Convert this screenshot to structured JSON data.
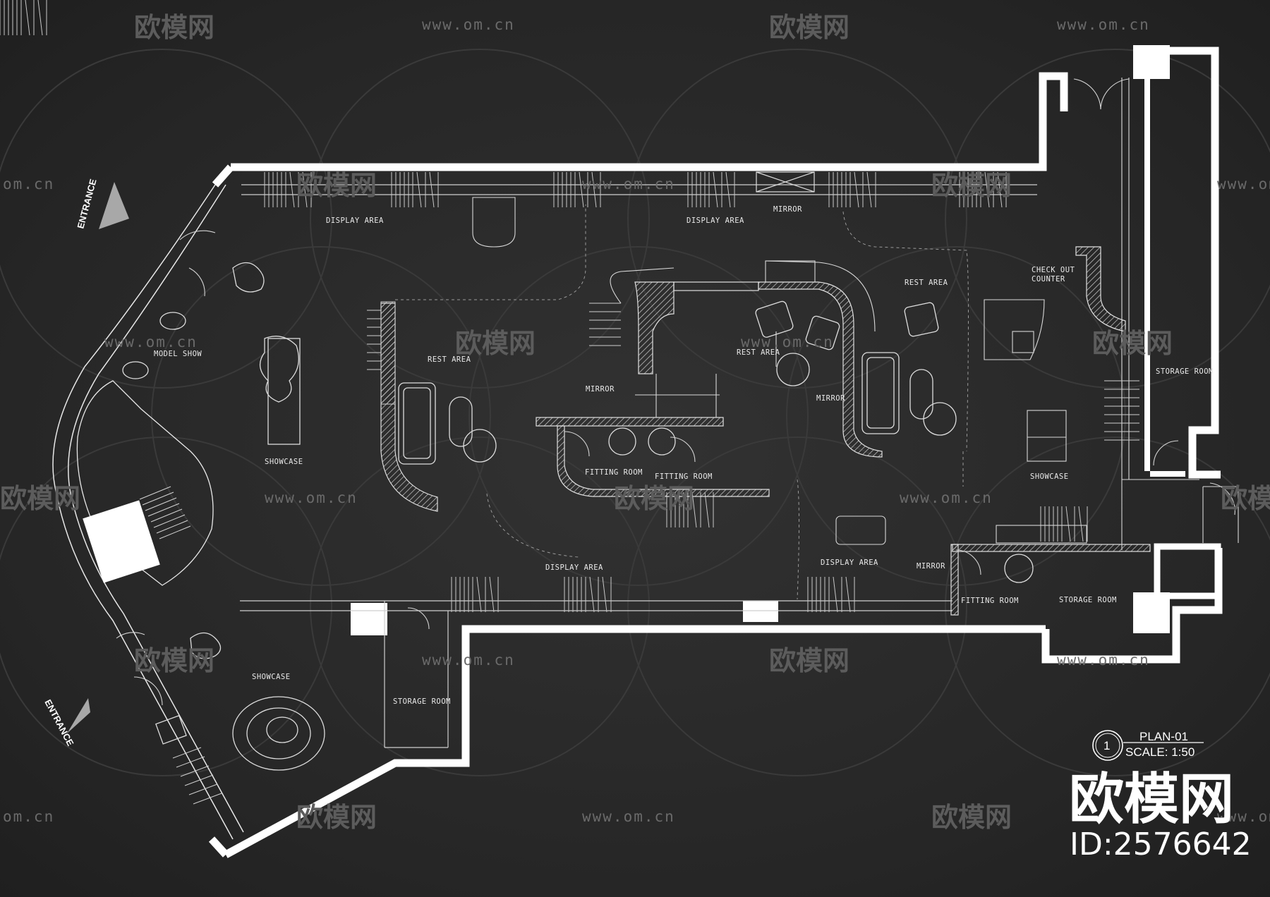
{
  "rooms": {
    "entrance_top": "ENTRANCE",
    "entrance_bottom": "ENTRANCE",
    "display_area_1": "DISPLAY AREA",
    "display_area_2": "DISPLAY AREA",
    "display_area_3": "DISPLAY AREA",
    "display_area_4": "DISPLAY AREA",
    "mirror_1": "MIRROR",
    "mirror_2": "MIRROR",
    "mirror_3": "MIRROR",
    "mirror_4": "MIRROR",
    "rest_area_1": "REST  AREA",
    "rest_area_2": "REST  AREA",
    "rest_area_3": "REST  AREA",
    "model_show": "MODEL SHOW",
    "showcase_1": "SHOWCASE",
    "showcase_2": "SHOWCASE",
    "showcase_3": "SHOWCASE",
    "fitting_room_1": "FITTING ROOM",
    "fitting_room_2": "FITTING ROOM",
    "fitting_room_3": "FITTING ROOM",
    "storage_room_1": "STORAGE ROOM",
    "storage_room_2": "STORAGE ROOM",
    "storage_room_3": "STORAGE ROOM",
    "checkout_line1": "CHECK OUT",
    "checkout_line2": "COUNTER"
  },
  "plan_tag": {
    "number": "1",
    "name": "PLAN-01",
    "scale": "SCALE: 1:50"
  },
  "watermark": {
    "brand": "欧模网",
    "url": "www.om.cn",
    "url_short": "om.cn",
    "id": "ID:2576642"
  },
  "colors": {
    "background": "#2a2a2a",
    "wall": "#ffffff",
    "line": "#d8d8d8",
    "watermark": "#5f5f5f"
  }
}
